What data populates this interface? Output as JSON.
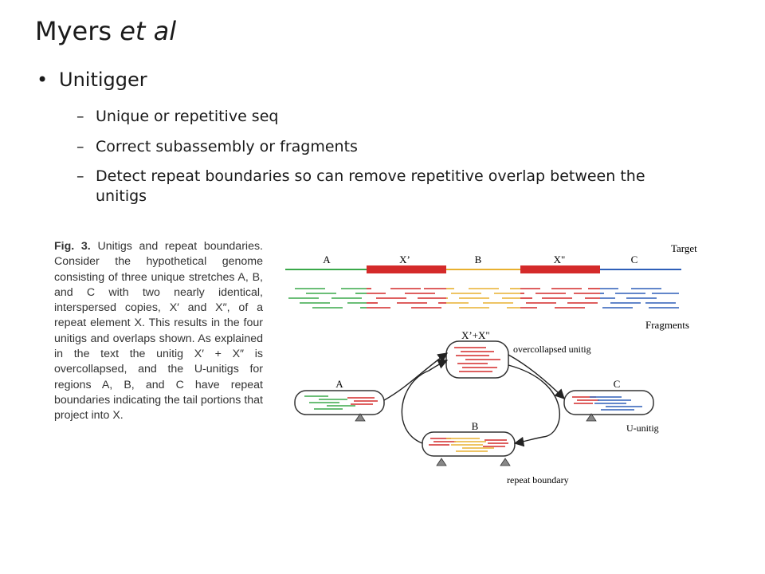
{
  "slide": {
    "title_main": "Myers ",
    "title_ital": "et al",
    "bullet_glyph": "•",
    "bullet": "Unitigger",
    "dash": "–",
    "subs": [
      "Unique or repetitive seq",
      "Correct subassembly or fragments",
      "Detect repeat boundaries so can remove repetitive overlap between the unitigs"
    ]
  },
  "figure": {
    "caption_label": "Fig. 3.",
    "caption_text": " Unitigs and repeat boundaries. Consider the hypothetical genome consisting of three unique stretches A, B, and C with two nearly identical, interspersed copies, X′ and X″, of a repeat element X. This results in the four unitigs and overlaps shown. As explained in the text the unitig X′ + X″ is overcollapsed, and the U-unitigs for regions A, B, and C have repeat boundaries indicating the tail portions that project into X.",
    "labels": {
      "A": "A",
      "Xp": "X’",
      "B": "B",
      "Xpp": "X\"",
      "C": "C",
      "target": "Target",
      "fragments": "Fragments",
      "overcollapsed_title": "X’+X\"",
      "overcollapsed": "overcollapsed unitig",
      "u_unitig": "U-unitig",
      "repeat_boundary": "repeat boundary",
      "unitig_A": "A",
      "unitig_B": "B",
      "unitig_C": "C"
    },
    "colors": {
      "A": "#3aa84a",
      "X": "#d42a2a",
      "B": "#e8b030",
      "C": "#2f5fb8"
    }
  }
}
